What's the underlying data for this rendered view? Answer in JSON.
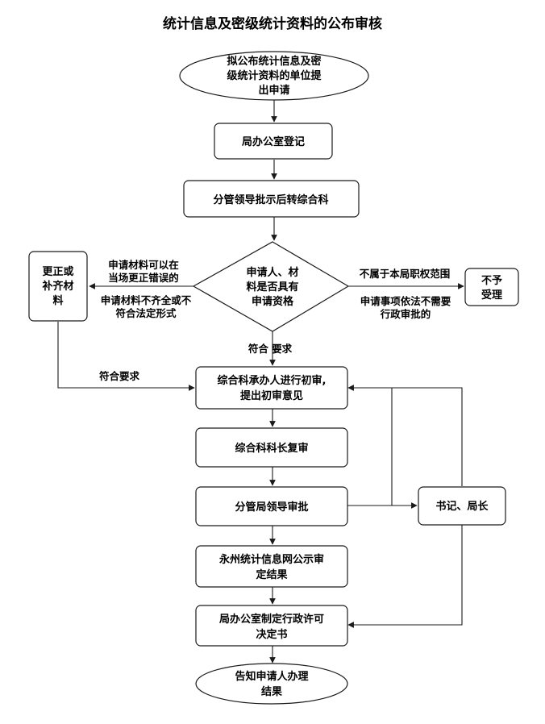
{
  "title": "统计信息及密级统计资料的公布审核",
  "nodes": {
    "start": [
      "拟公布统计信息及密",
      "级统计资料的单位提",
      "出申请"
    ],
    "register": [
      "局办公室登记"
    ],
    "leader_forward": [
      "分管领导批示后转综合科"
    ],
    "check": [
      "申请人、材",
      "料是否具有",
      "申请资格"
    ],
    "supplement": [
      "更正或",
      "补齐材",
      "料"
    ],
    "reject": [
      "不予",
      "受理"
    ],
    "first_review": [
      "综合科承办人进行初审,",
      "提出初审意见"
    ],
    "chief_review": [
      "综合科科长复审"
    ],
    "leader_approve": [
      "分管局领导审批"
    ],
    "secretary": [
      "书记、局长"
    ],
    "publish": [
      "永州统计信息网公示审",
      "定结果"
    ],
    "decision": [
      "局办公室制定行政许可",
      "决定书"
    ],
    "notify": [
      "告知申请人办理",
      "结果"
    ]
  },
  "edge_labels": {
    "left_top": [
      "申请材料可以在",
      "当场更正错误的"
    ],
    "left_bottom": [
      "申请材料不齐全或不",
      "符合法定形式"
    ],
    "right_top": [
      "不属于本局职权范围"
    ],
    "right_bottom": [
      "申请事项依法不需要",
      "行政审批的"
    ],
    "meets_1": [
      "符合 要求"
    ],
    "meets_2": [
      "符合要求"
    ]
  }
}
